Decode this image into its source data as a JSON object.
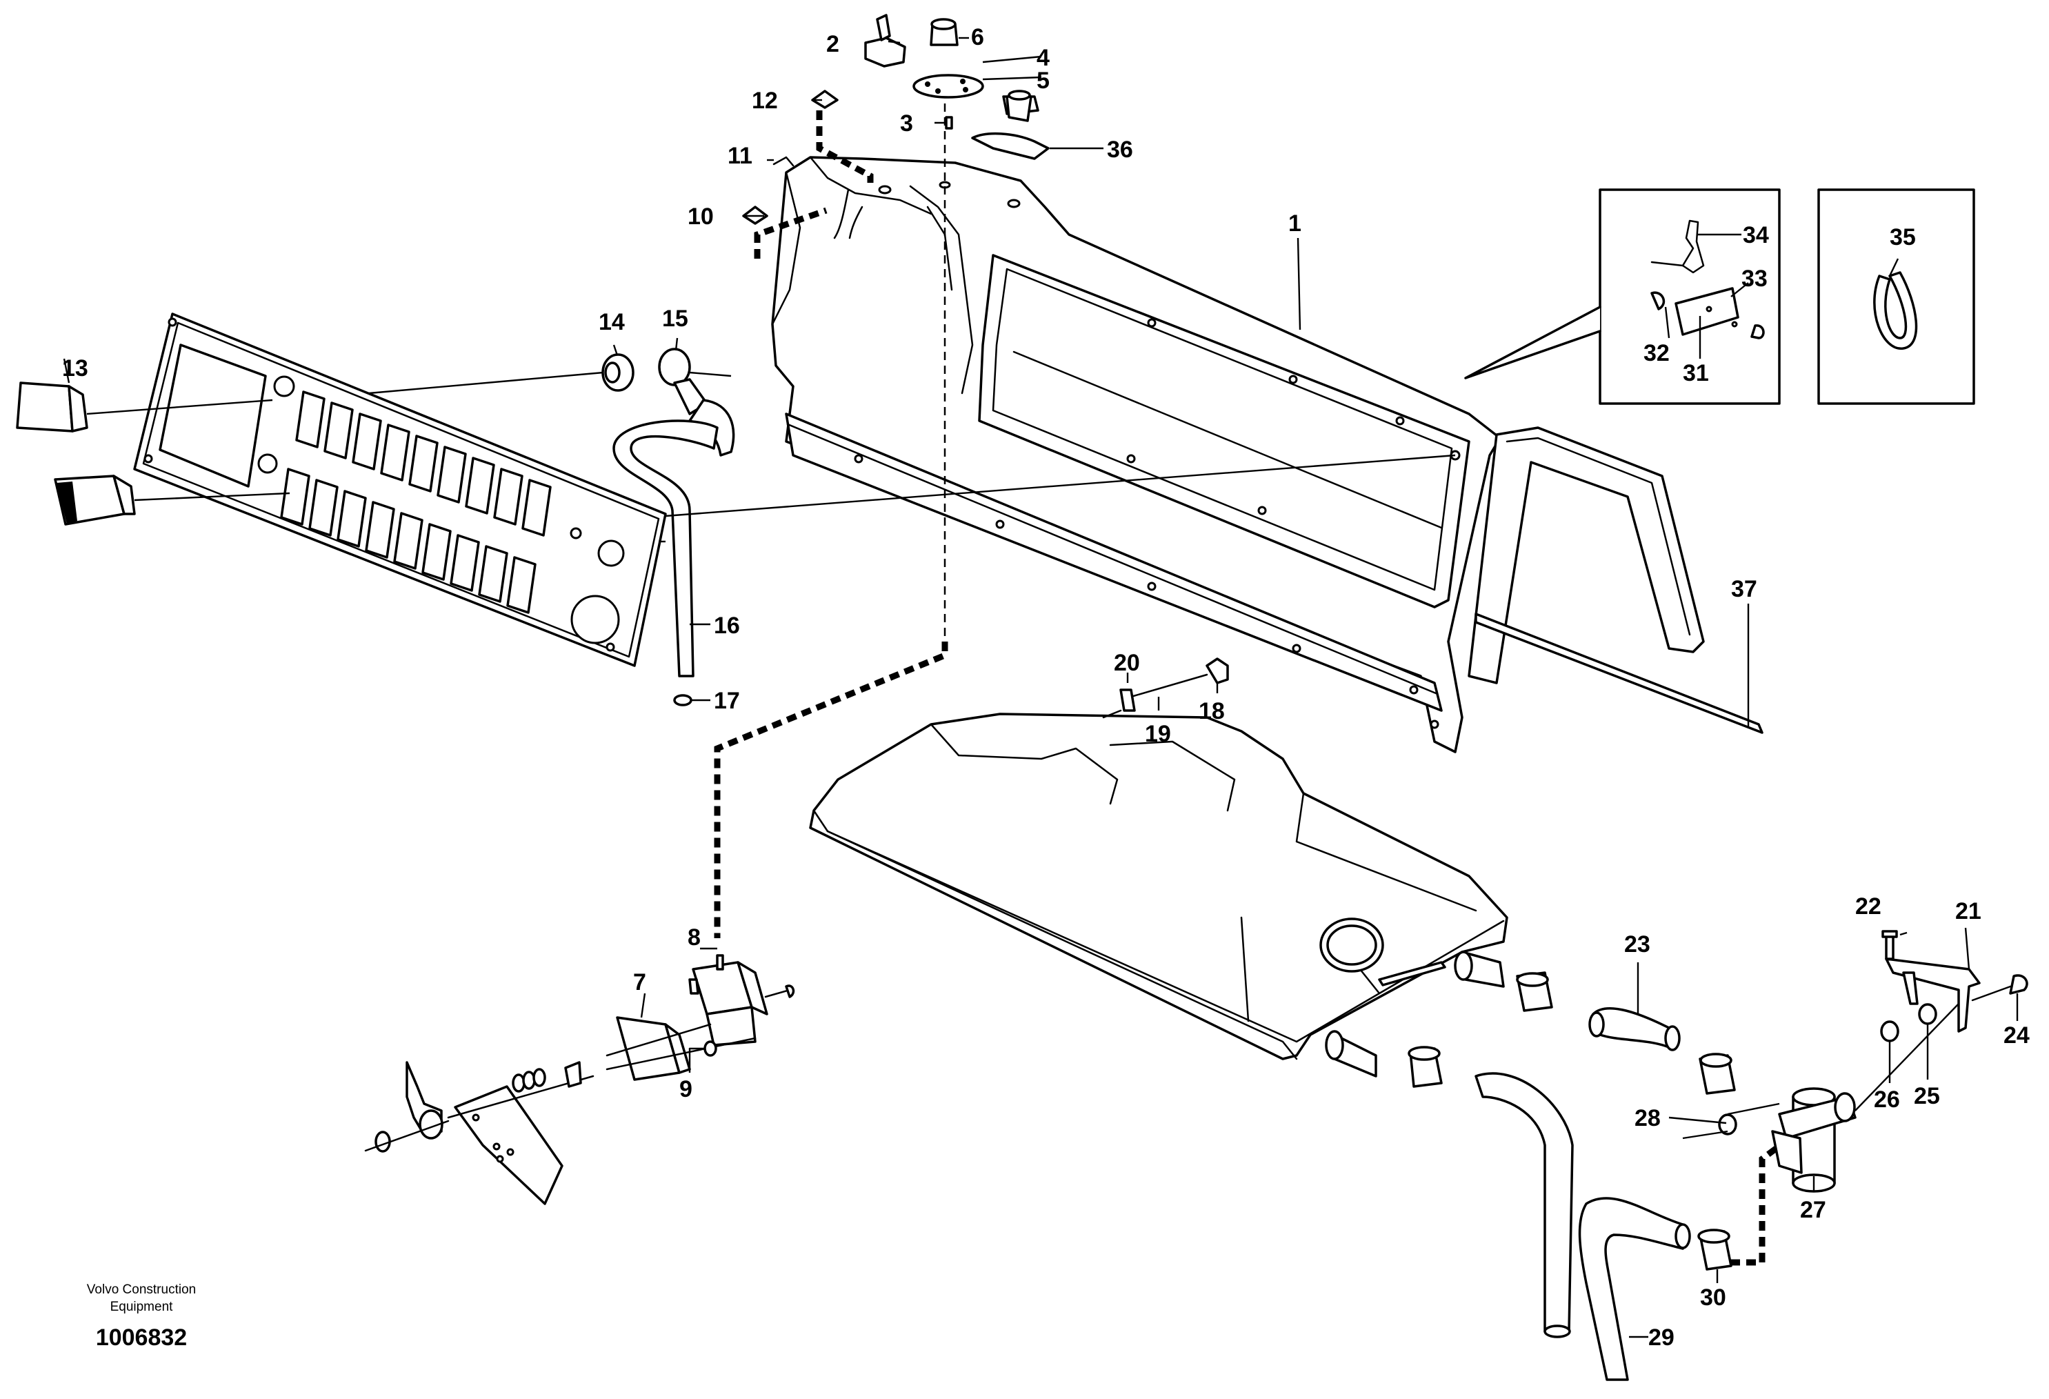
{
  "callouts": {
    "c1": "1",
    "c2": "2",
    "c3": "3",
    "c4": "4",
    "c5": "5",
    "c6": "6",
    "c7": "7",
    "c8": "8",
    "c9": "9",
    "c10": "10",
    "c11": "11",
    "c12": "12",
    "c13": "13",
    "c14": "14",
    "c15": "15",
    "c16": "16",
    "c17": "17",
    "c18": "18",
    "c19": "19",
    "c20": "20",
    "c21": "21",
    "c22": "22",
    "c23": "23",
    "c24": "24",
    "c25": "25",
    "c26": "26",
    "c27": "27",
    "c28": "28",
    "c29": "29",
    "c30": "30",
    "c31": "31",
    "c32": "32",
    "c33": "33",
    "c34": "34",
    "c35": "35",
    "c36": "36",
    "c37": "37"
  },
  "footer": {
    "company_line1": "Volvo Construction",
    "company_line2": "Equipment",
    "drawing_number": "1006832"
  }
}
